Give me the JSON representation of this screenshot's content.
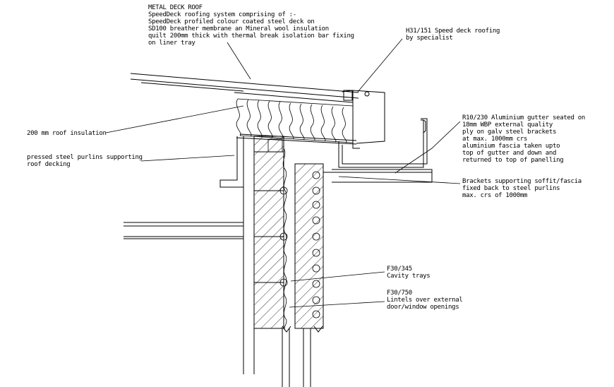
{
  "annotations": {
    "roof_title": "METAL DECK ROOF",
    "roof_lines": [
      "SpeedDeck roofing system comprising of :-",
      "SpeedDeck profiled colour coated steel deck on",
      "SD100 breather membrane an Mineral wool insulation",
      "quilt 200mm thick with thermal break isolation bar fixing",
      "on liner tray"
    ],
    "h31_lines": [
      "H31/151 Speed deck roofing",
      "by specialist"
    ],
    "insulation_label": "200 mm roof insulation",
    "purlins_lines": [
      "pressed steel purlins supporting",
      "roof decking"
    ],
    "gutter_lines": [
      "R10/230 Aluminium gutter seated on",
      "18mm WBP external quality",
      "ply on galv steel brackets",
      "at max. 1000mm crs",
      "aluminium fascia taken upto",
      "top of gutter and down and",
      "returned to top of panelling"
    ],
    "brackets_lines": [
      "Brackets supporting soffit/fascia",
      "fixed back to steel purlins",
      "max. crs of 1000mm"
    ],
    "cavity_lines": [
      "F30/345",
      "Cavity trays"
    ],
    "lintels_lines": [
      "F30/750",
      "Lintels over external",
      "door/window openings"
    ]
  },
  "colors": {
    "line": "#000000",
    "background": "#ffffff"
  }
}
